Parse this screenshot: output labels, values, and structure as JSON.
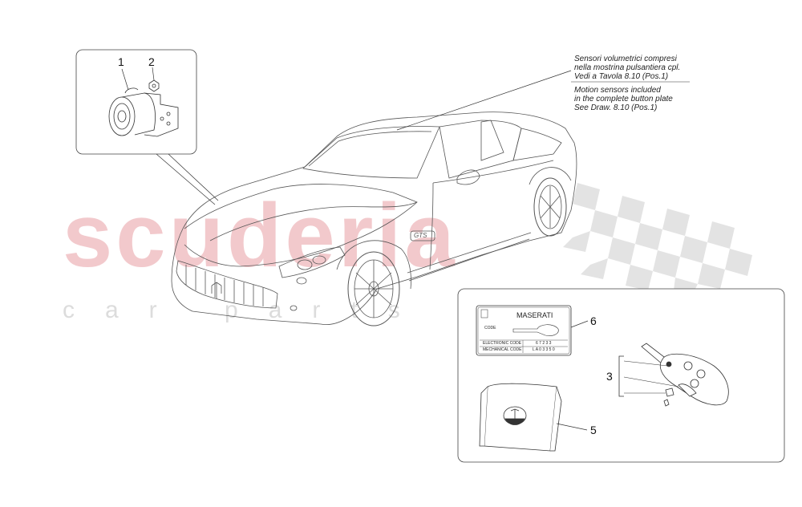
{
  "watermark": {
    "brand": "scuderia",
    "subtitle": "car parts"
  },
  "note_it": {
    "line1": "Sensori volumetrici compresi",
    "line2": "nella mostrina pulsantiera cpl.",
    "line3": "Vedi a Tavola 8.10 (Pos.1)"
  },
  "note_en": {
    "line1": "Motion sensors included",
    "line2": "in the complete button plate",
    "line3": "See Draw. 8.10 (Pos.1)"
  },
  "callouts": {
    "c1": "1",
    "c2": "2",
    "c3": "3",
    "c5": "5",
    "c6": "6"
  },
  "code_label": {
    "brand": "MASERATI",
    "code": "CODE",
    "electronic_label": "ELECTRONIC CODE",
    "electronic_value": "6 7 2 3 3",
    "mechanical_label": "MECHANICAL CODE",
    "mechanical_value": "L A 0 3 3 5 0"
  },
  "car_badge": "GTS"
}
